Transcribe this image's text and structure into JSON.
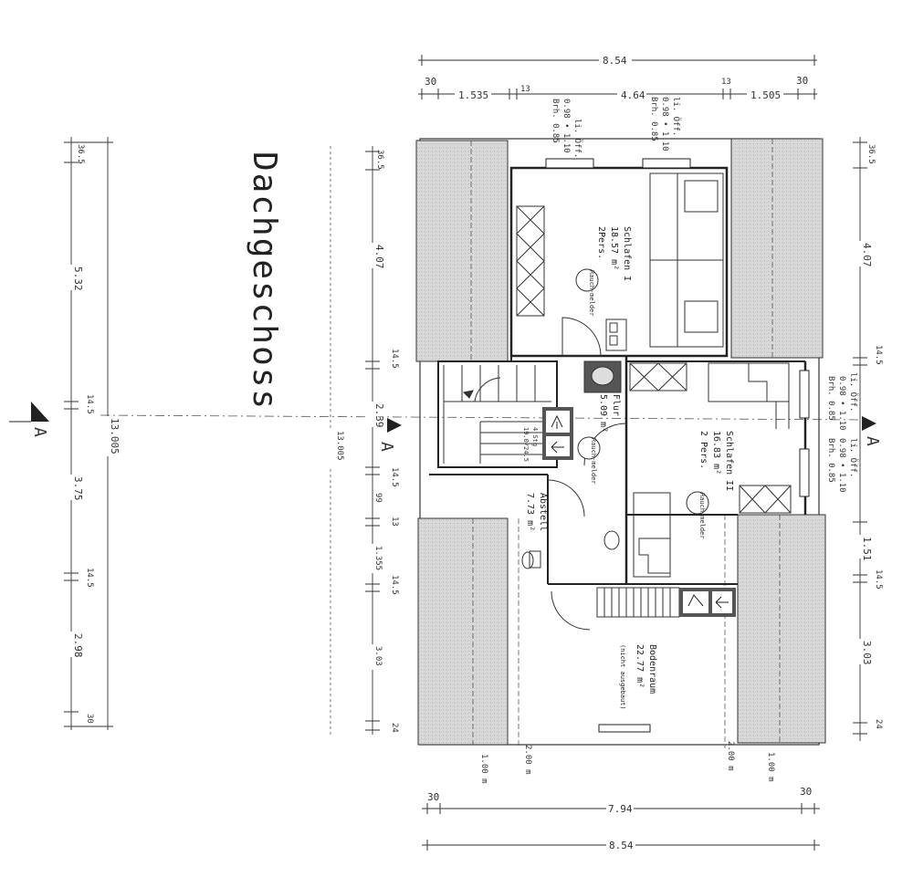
{
  "title": "Dachgeschoss",
  "section_marker": "A",
  "top_dims": {
    "overall": "8.54",
    "left_30": "30",
    "seg1": "1.535",
    "seg1_13": "13",
    "seg2": "4.64",
    "seg2_13": "13",
    "seg3": "1.505",
    "right_30": "30"
  },
  "bottom_dims": {
    "left_30": "30",
    "inner": "7.94",
    "right_30": "30",
    "overall": "8.54"
  },
  "left_far_dims": {
    "d1": "36.5",
    "d2": "5.32",
    "d3": "14.5",
    "d4": "3.75",
    "d5": "14.5",
    "d6": "2.98",
    "d7": "30",
    "total": "13.005"
  },
  "left_inner_dims": {
    "d1": "36.5",
    "d2": "4.07",
    "d3": "14.5",
    "d4": "2.39",
    "d5": "14.5",
    "d6": "99",
    "d7": "13",
    "d8": "1.355",
    "d9": "14.5",
    "d10": "3.03",
    "d11": "24",
    "total": "13.005"
  },
  "right_dims": {
    "d1": "36.5",
    "d2": "4.07",
    "d3": "14.5",
    "d4": "1.51",
    "d5": "14.5",
    "d6": "3.03",
    "d7": "24"
  },
  "window_notes": {
    "top_left": [
      "li. Öff.",
      "0.98 • 1.10",
      "Brh. 0.85"
    ],
    "top_right": [
      "li. Öff.",
      "0.98 • 1.10",
      "Brh. 0.85"
    ],
    "right_upper": [
      "li. Öff.",
      "0.98 • 1.10",
      "Brh. 0.85"
    ],
    "right_lower": [
      "li. Öff.",
      "0.98 • 1.10",
      "Brh. 0.85"
    ]
  },
  "rooms": {
    "schlafen1": {
      "name": "Schlafen I",
      "area": "18.57 m²",
      "persons": "2Pers."
    },
    "schlafen2": {
      "name": "Schlafen II",
      "area": "16.83 m²",
      "persons": "2 Pers."
    },
    "flur": {
      "name": "Flur",
      "area": "5.09 m²"
    },
    "abstell": {
      "name": "Abstell",
      "area": "7.73 m²"
    },
    "bodenraum": {
      "name": "Bodenraum",
      "area": "22.77 m²",
      "note": "(nicht ausgebaut)"
    }
  },
  "smoke_detector": "Rauch-melder",
  "stair_label": [
    "4 Stg",
    "19.0/24.5"
  ],
  "headroom": {
    "left_100": "1.00 m",
    "left_200": "2.00 m",
    "right_200": "2.00 m",
    "right_100": "1.00 m"
  }
}
